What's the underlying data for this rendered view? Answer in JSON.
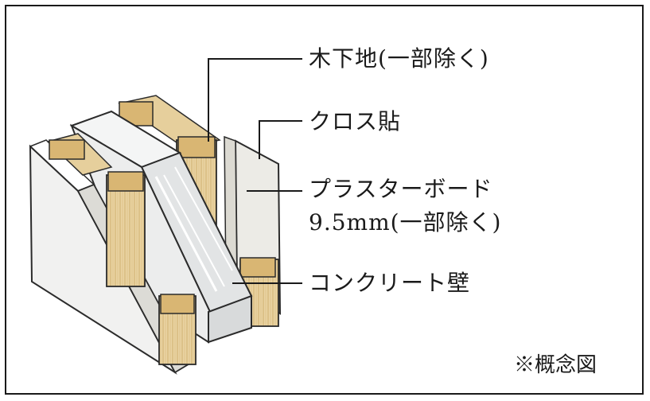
{
  "labels": {
    "wood_base": "木下地(一部除く)",
    "cloth": "クロス貼",
    "plaster_board_line1": "プラスターボード",
    "plaster_board_line2": "9.5mm(一部除く)",
    "concrete_wall": "コンクリート壁"
  },
  "note": "※概念図",
  "colors": {
    "outline": "#2b2b2b",
    "wood": "#e6cf9c",
    "wood_end": "#d9b673",
    "concrete": "#e7e9ea",
    "board": "#f1f1f0",
    "cloth": "#ecebe6"
  }
}
